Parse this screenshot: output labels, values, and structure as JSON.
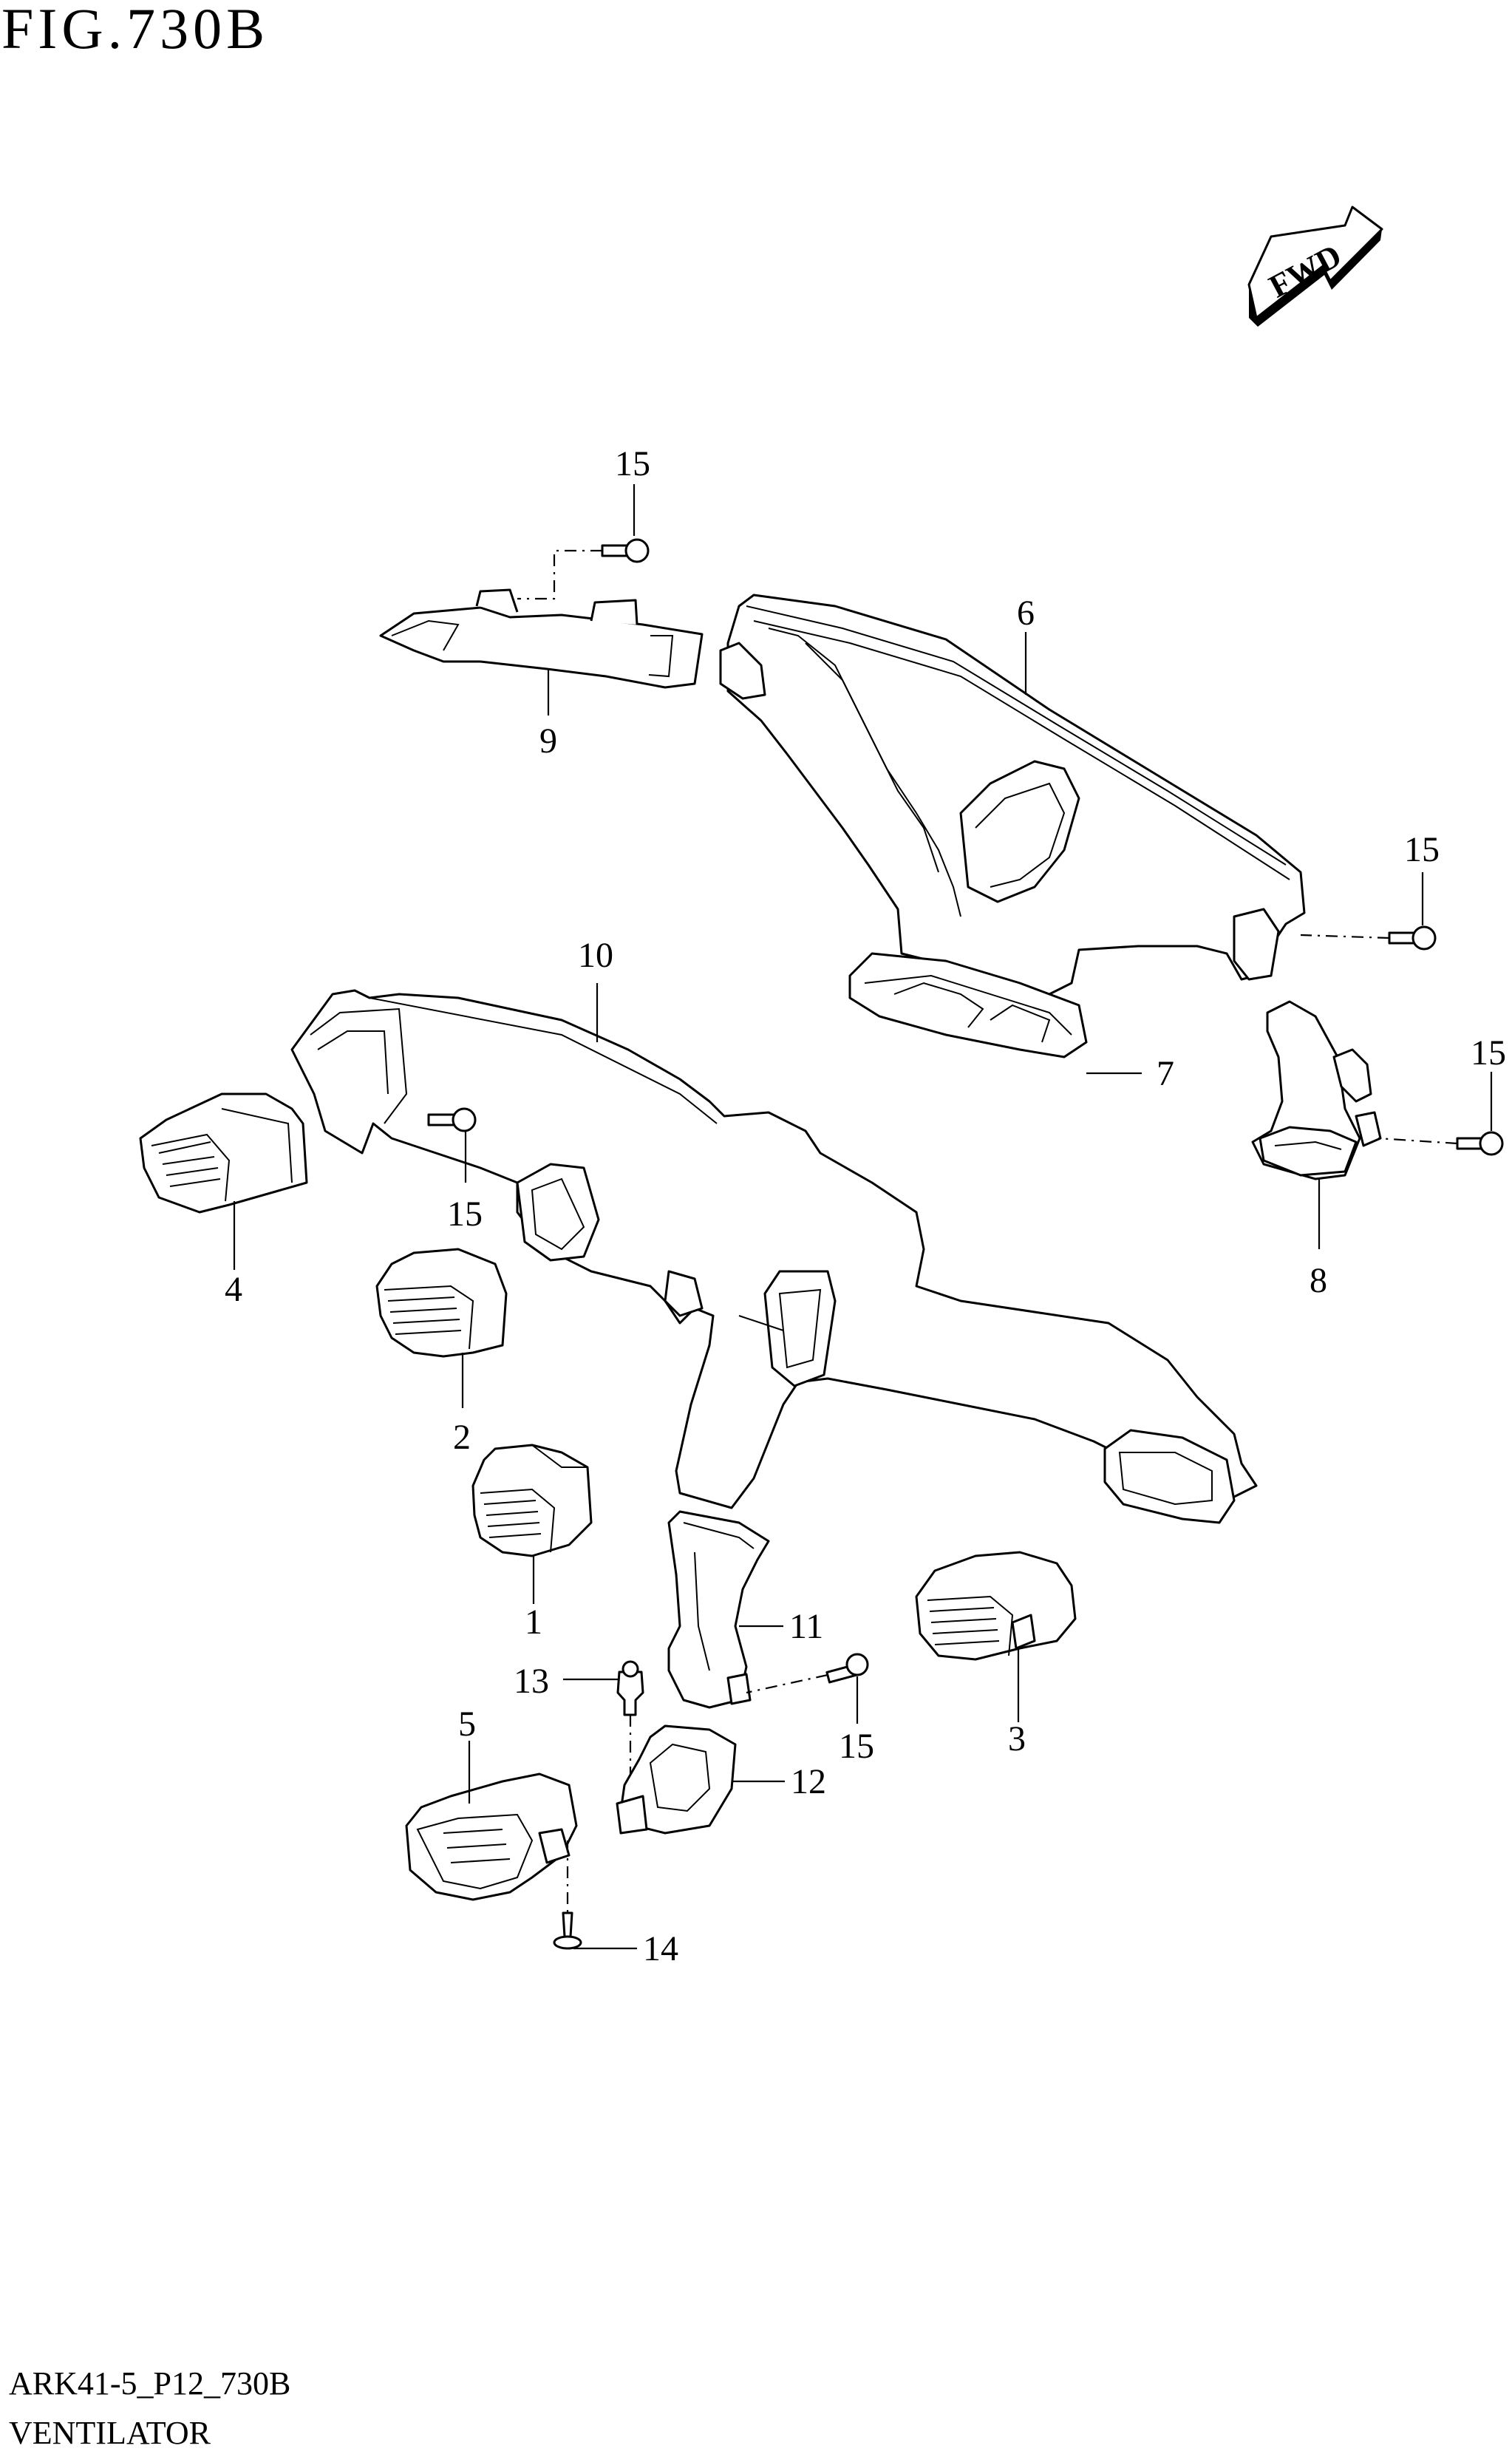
{
  "figure": {
    "title": "FIG.730B"
  },
  "footer": {
    "code": "ARK41-5_P12_730B",
    "name": "VENTILATOR"
  },
  "fwd_arrow": {
    "label": "FWD"
  },
  "callouts": [
    {
      "id": "c1",
      "text": "1"
    },
    {
      "id": "c2",
      "text": "2"
    },
    {
      "id": "c3",
      "text": "3"
    },
    {
      "id": "c4",
      "text": "4"
    },
    {
      "id": "c5",
      "text": "5"
    },
    {
      "id": "c6",
      "text": "6"
    },
    {
      "id": "c7",
      "text": "7"
    },
    {
      "id": "c8",
      "text": "8"
    },
    {
      "id": "c9",
      "text": "9"
    },
    {
      "id": "c10",
      "text": "10"
    },
    {
      "id": "c11",
      "text": "11"
    },
    {
      "id": "c12",
      "text": "12"
    },
    {
      "id": "c13",
      "text": "13"
    },
    {
      "id": "c14",
      "text": "14"
    },
    {
      "id": "c15a",
      "text": "15"
    },
    {
      "id": "c15b",
      "text": "15"
    },
    {
      "id": "c15c",
      "text": "15"
    },
    {
      "id": "c15d",
      "text": "15"
    },
    {
      "id": "c15e",
      "text": "15"
    }
  ]
}
